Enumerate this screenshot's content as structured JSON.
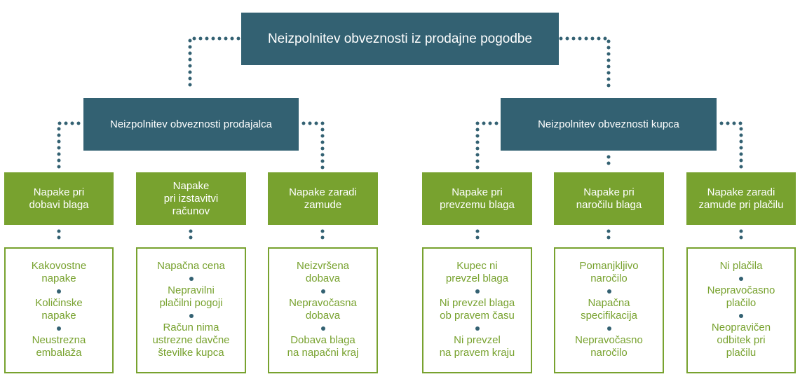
{
  "colors": {
    "dark": "#336172",
    "green": "#78a22f",
    "white": "#ffffff"
  },
  "root": {
    "title": "Neizpolnitev obveznosti iz prodajne pogodbe"
  },
  "branches": [
    {
      "title": "Neizpolnitev obveznosti prodajalca",
      "categories": [
        {
          "title": "Napake pri\ndobavi blaga",
          "items": [
            "Kakovostne\nnapake",
            "Količinske\nnapake",
            "Neustrezna\nembalaža"
          ]
        },
        {
          "title": "Napake\npri izstavitvi\nračunov",
          "items": [
            "Napačna cena",
            "Nepravilni\nplačilni pogoji",
            "Račun nima\nustrezne davčne\nštevilke kupca"
          ]
        },
        {
          "title": "Napake zaradi\nzamude",
          "items": [
            "Neizvršena\ndobava",
            "Nepravočasna\ndobava",
            "Dobava blaga\nna napačni kraj"
          ]
        }
      ]
    },
    {
      "title": "Neizpolnitev obveznosti kupca",
      "categories": [
        {
          "title": "Napake pri\nprevzemu blaga",
          "items": [
            "Kupec ni\nprevzel blaga",
            "Ni prevzel blaga\nob pravem času",
            "Ni prevzel\nna pravem kraju"
          ]
        },
        {
          "title": "Napake pri\nnaročilu blaga",
          "items": [
            "Pomanjkljivo\nnaročilo",
            "Napačna\nspecifikacija",
            "Nepravočasno\nnaročilo"
          ]
        },
        {
          "title": "Napake zaradi\nzamude pri plačilu",
          "items": [
            "Ni plačila",
            "Nepravočasno\nplačilo",
            "Neopravičen\nodbitek pri\nplačilu"
          ]
        }
      ]
    }
  ]
}
